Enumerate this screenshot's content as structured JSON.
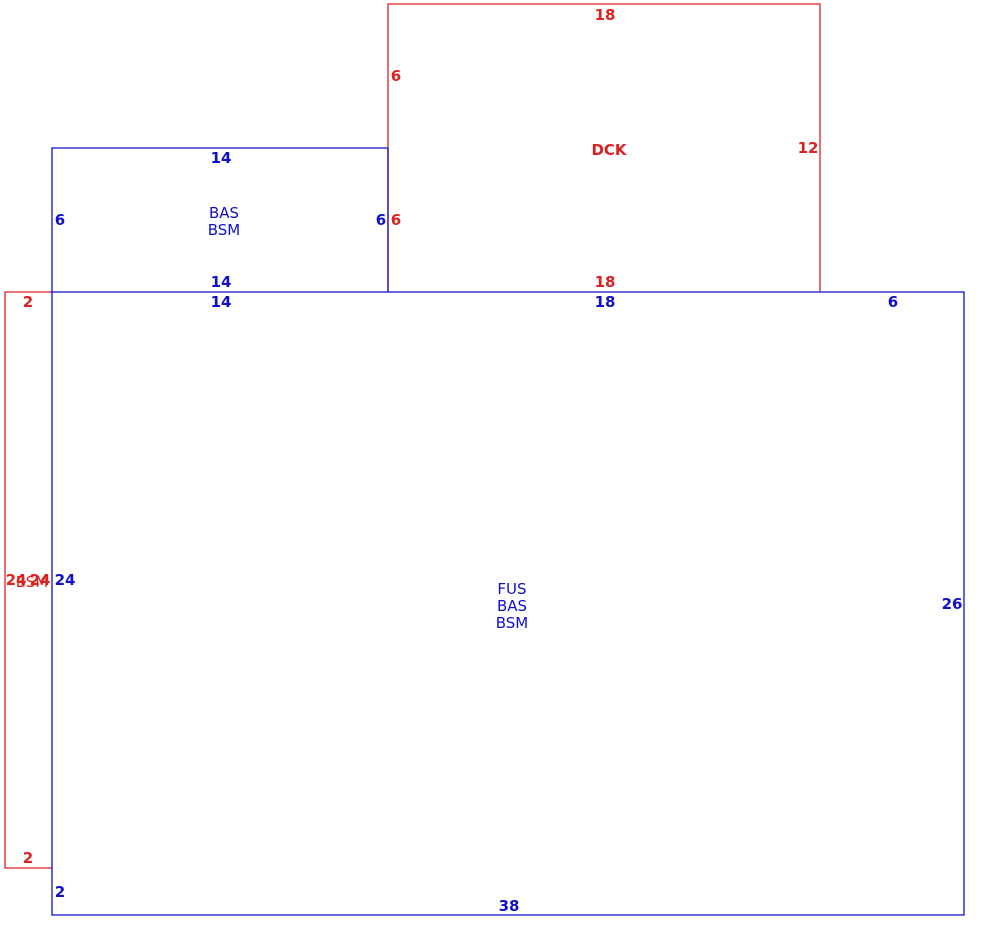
{
  "colors": {
    "main": "#1010cc",
    "deck": "#dd2020",
    "background": "#ffffff"
  },
  "deck": {
    "dims": {
      "top": "18",
      "left_upper": "6",
      "left_lower": "6",
      "right": "12",
      "bottom": "18"
    },
    "label": "DCK"
  },
  "upper_block": {
    "dims": {
      "top": "14",
      "left": "6",
      "right": "6",
      "bottom": "14"
    },
    "labels": [
      "BAS",
      "BSM"
    ]
  },
  "main_block": {
    "dims": {
      "top_left": "14",
      "top_mid": "18",
      "top_right": "6",
      "left": "24",
      "right": "26",
      "bottom": "38",
      "step": "2"
    },
    "labels": [
      "FUS",
      "BAS",
      "BSM"
    ]
  },
  "side_strip": {
    "dims": {
      "top": "2",
      "bottom": "2",
      "left": "24",
      "right": "24"
    },
    "label": "BSM"
  }
}
